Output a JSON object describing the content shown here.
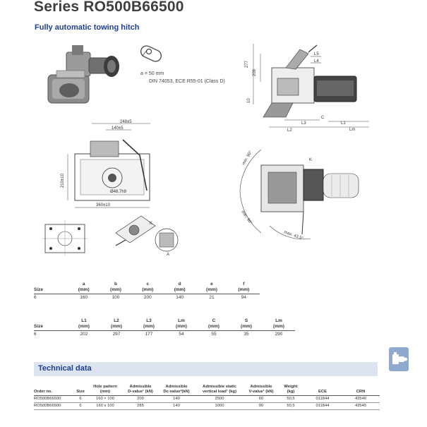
{
  "header": {
    "title": "Series RO500B66500",
    "subtitle": "Fully automatic towing hitch"
  },
  "spec": {
    "line1": "a = 50 mm",
    "line2": "DIN 74053, ECE R55-01 (Class D)"
  },
  "drawing_labels": {
    "dim_248": "248±5",
    "dim_140": "140±5",
    "dim_210": "210±10",
    "dim_360": "360±10",
    "dim_bore": "Ø48.7h9",
    "dim_277": "277",
    "dim_209": "209",
    "dim_10": "10",
    "L5": "L5",
    "L4": "L4",
    "L3": "L3",
    "L2": "L2",
    "L1": "L1",
    "C": "C",
    "Lm": "Lm",
    "K": "K",
    "A": "A",
    "angle_top": "min. 90°",
    "angle_bottom": "min. 90°",
    "angle_max": "max. 43,5°"
  },
  "dims_table_1": {
    "headers": [
      {
        "letter": "",
        "unit": "Size"
      },
      {
        "letter": "a",
        "unit": "(mm)"
      },
      {
        "letter": "b",
        "unit": "(mm)"
      },
      {
        "letter": "c",
        "unit": "(mm)"
      },
      {
        "letter": "d",
        "unit": "(mm)"
      },
      {
        "letter": "e",
        "unit": "(mm)"
      },
      {
        "letter": "f",
        "unit": "(mm)"
      }
    ],
    "row": [
      "6",
      "160",
      "100",
      "200",
      "140",
      "21",
      "94"
    ]
  },
  "dims_table_2": {
    "headers": [
      {
        "letter": "",
        "unit": "Size"
      },
      {
        "letter": "L1",
        "unit": "(mm)"
      },
      {
        "letter": "L2",
        "unit": "(mm)"
      },
      {
        "letter": "L3",
        "unit": "(mm)"
      },
      {
        "letter": "Lm",
        "unit": "(mm)"
      },
      {
        "letter": "C",
        "unit": "(mm)"
      },
      {
        "letter": "S",
        "unit": "(mm)"
      },
      {
        "letter": "Lm",
        "unit": "(mm)"
      }
    ],
    "row": [
      "6",
      "202",
      "297",
      "177",
      "54",
      "55",
      "35",
      "290"
    ]
  },
  "technical": {
    "title": "Technical data",
    "headers": [
      {
        "l1": "",
        "l2": "Order no."
      },
      {
        "l1": "",
        "l2": "Size"
      },
      {
        "l1": "Hole pattern",
        "l2": "(mm)"
      },
      {
        "l1": "Admissible",
        "l2": "D-value¹ (kN)"
      },
      {
        "l1": "Admissible",
        "l2": "Dc-value²(kN)"
      },
      {
        "l1": "Admissible static",
        "l2": "vertical load¹ (kg)"
      },
      {
        "l1": "Admissible",
        "l2": "V-value¹ (kN)"
      },
      {
        "l1": "Weight",
        "l2": "(kg)"
      },
      {
        "l1": "",
        "l2": "ECE"
      },
      {
        "l1": "",
        "l2": "CRN"
      }
    ],
    "rows": [
      [
        "RO500B66500",
        "6",
        "160 × 100",
        "200",
        "140",
        "2500",
        "60",
        "50,5",
        "011844",
        "43546"
      ],
      [
        "RO500B66500",
        "6",
        "160 x 100",
        "285",
        "140",
        "1000",
        "90",
        "50,5",
        "011844",
        "43545"
      ]
    ]
  },
  "side_tab": {
    "icon": "coupling-icon",
    "color": "#8fa9cf"
  },
  "colors": {
    "accent": "#1f3f8f",
    "band": "#dbe4ef",
    "text": "#333333"
  }
}
